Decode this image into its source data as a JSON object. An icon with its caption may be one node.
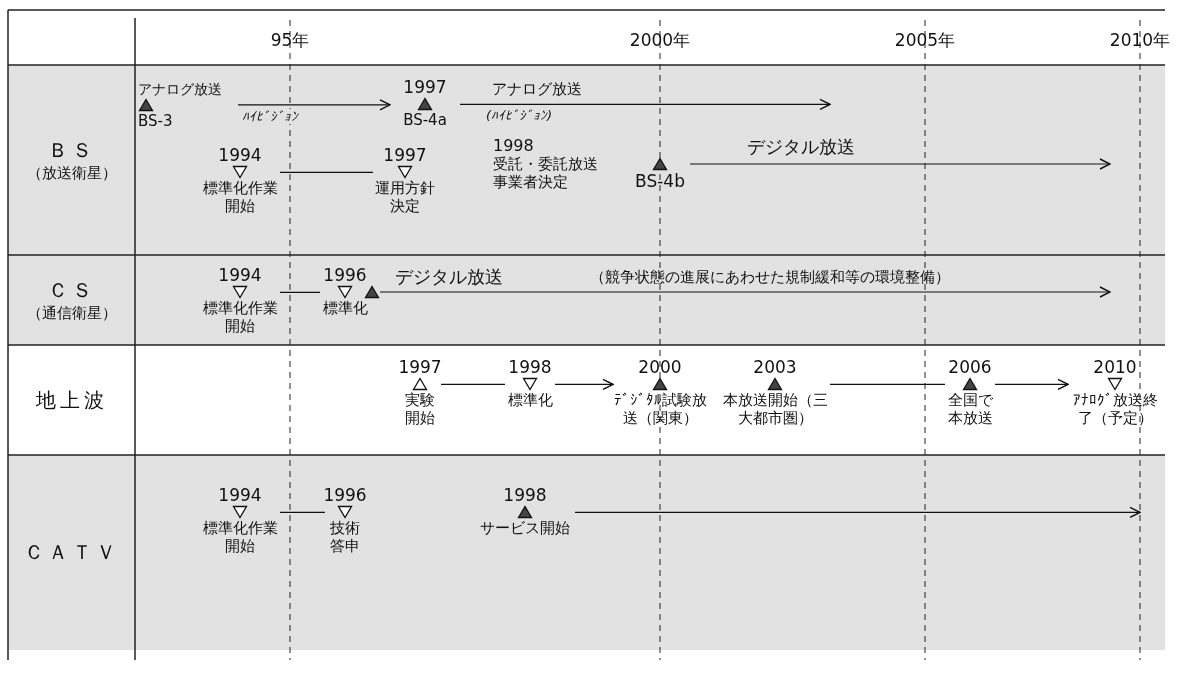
{
  "diagram": {
    "nodes": [
      {
        "text": [
          "ＢＳ",
          "（放送衛星）"
        ]
      },
      {
        "text": [
          "アナログ放送",
          "BS-3"
        ],
        "in": 0
      },
      {
        "text": [
          "1997",
          "BS-4a"
        ],
        "in": 0
      },
      {
        "text": [
          "1994",
          "標準化作業開始"
        ],
        "in": 0
      },
      {
        "text": [
          "1997",
          "運用方針決定"
        ],
        "in": 0
      },
      {
        "text": [
          "BS-4b"
        ],
        "in": 0
      },
      {
        "text": [
          "ＣＳ",
          "（通信衛星）"
        ]
      },
      {
        "text": [
          "1994",
          "標準化作業開始"
        ],
        "in": 6
      },
      {
        "text": [
          "1996",
          "標準化"
        ],
        "in": 6
      },
      {
        "text": [],
        "shape": "triangle",
        "in": 6
      },
      {
        "text": [
          "地上波"
        ]
      },
      {
        "text": [
          "1997",
          "実験開始"
        ],
        "in": 10
      },
      {
        "text": [
          "1998",
          "標準化"
        ],
        "in": 10
      },
      {
        "text": [
          "2000",
          "ﾃﾞｼﾞﾀﾙ試験放送（関東）"
        ],
        "in": 10
      },
      {
        "text": [
          "2003",
          "本放送開始（三大都市圏）"
        ],
        "in": 10
      },
      {
        "text": [
          "2006",
          "全国で本放送"
        ],
        "in": 10
      },
      {
        "text": [
          "2010",
          "ｱﾅﾛｸﾞ放送終了（予定）"
        ],
        "in": 10
      },
      {
        "text": [
          "ＣＡＴＶ"
        ]
      },
      {
        "text": [
          "1994",
          "標準化作業開始"
        ],
        "in": 17
      },
      {
        "text": [
          "1996",
          "技術答申"
        ],
        "in": 17
      },
      {
        "text": [
          "1998",
          "サービス開始"
        ],
        "in": 17
      }
    ],
    "edges": [
      {
        "from": 1,
        "to": 2,
        "arrow": "to",
        "label": "ﾊｲﾋﾞｼﾞｮﾝ"
      },
      {
        "from": 2,
        "to": null,
        "arrow": "to",
        "label": "アナログ放送"
      },
      {
        "from": 3,
        "to": 4,
        "arrow": "none"
      },
      {
        "from": 5,
        "to": null,
        "arrow": "to",
        "label": "デジタル放送"
      },
      {
        "from": 7,
        "to": 8,
        "arrow": "none"
      },
      {
        "from": 9,
        "to": null,
        "arrow": "to",
        "label": "デジタル放送"
      },
      {
        "from": 11,
        "to": 12,
        "arrow": "none"
      },
      {
        "from": 12,
        "to": 13,
        "arrow": "to"
      },
      {
        "from": 14,
        "to": 15,
        "arrow": "none"
      },
      {
        "from": 15,
        "to": 16,
        "arrow": "to"
      },
      {
        "from": 18,
        "to": 19,
        "arrow": "none"
      },
      {
        "from": 20,
        "to": null,
        "arrow": "to"
      }
    ],
    "labels": [
      "95年",
      "2000年",
      "2005年",
      "2010年",
      "(ﾊｲﾋﾞｼﾞｮﾝ)",
      "1998",
      "受託・委託放送事業者決定",
      "（競争状態の進展にあわせた規制緩和等の環境整備）"
    ]
  }
}
